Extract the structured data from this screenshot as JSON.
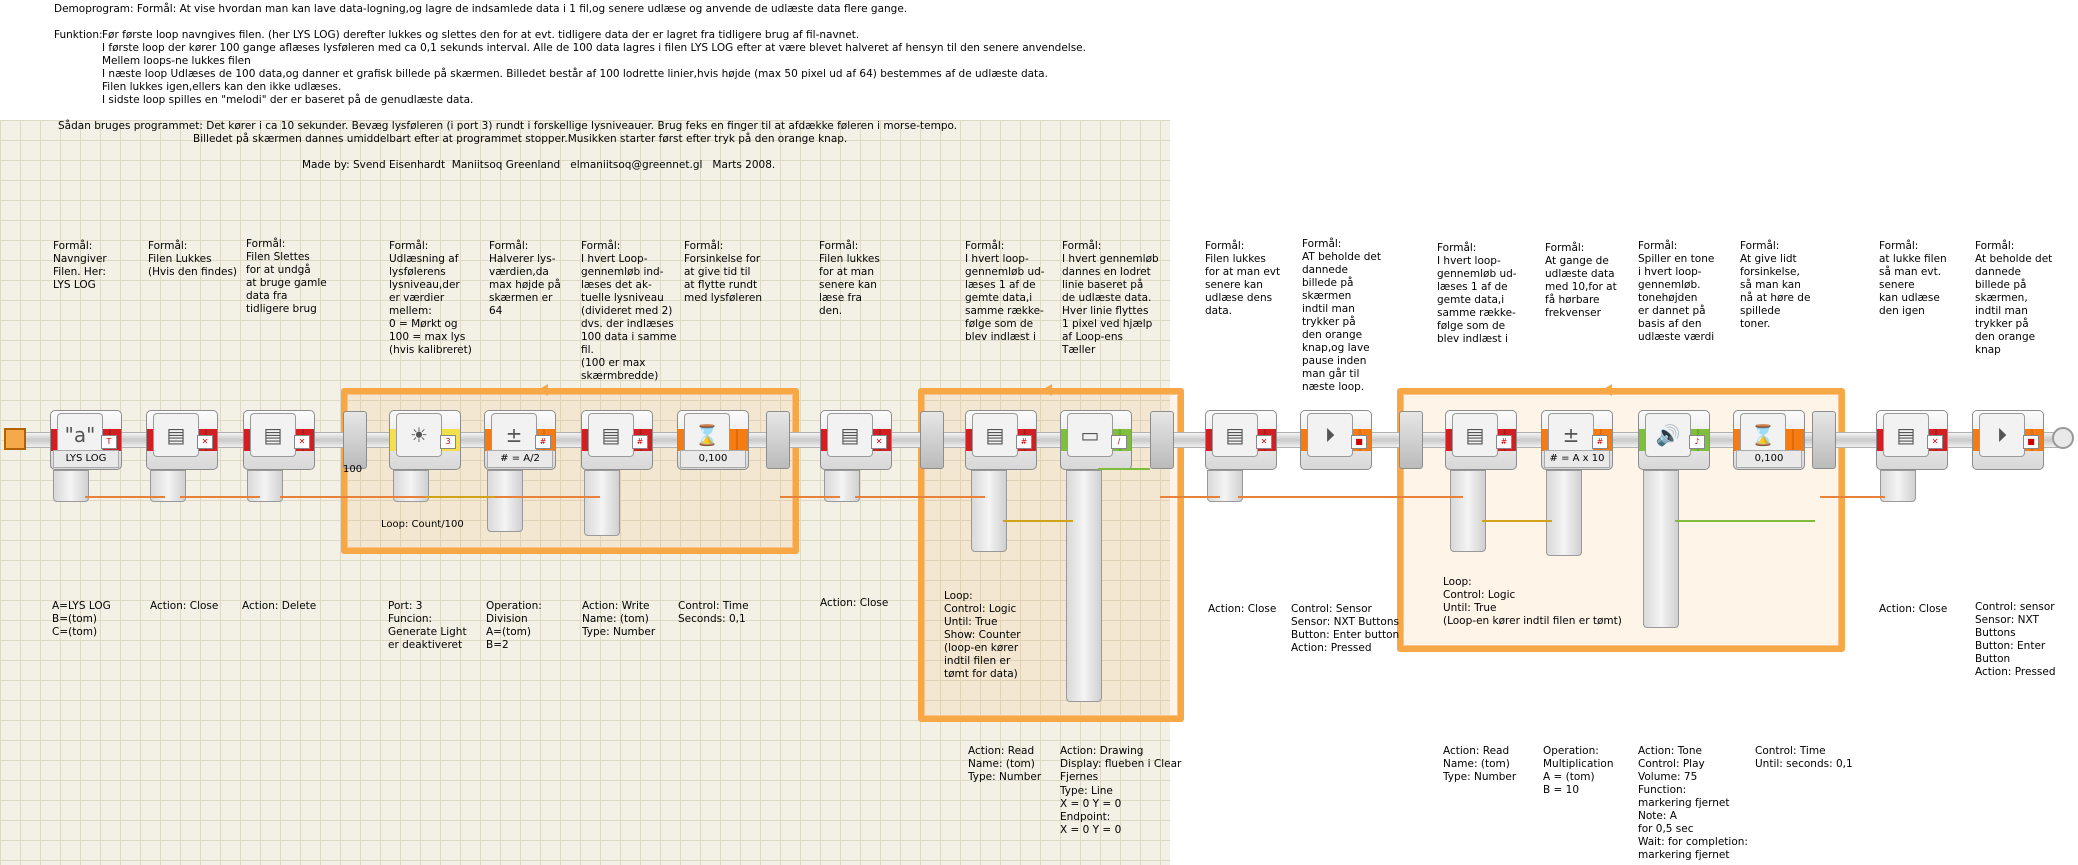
{
  "header": {
    "line1": "Demoprogram: Formål: At vise hvordan man kan lave data-logning,og lagre de indsamlede data i 1 fil,og senere udlæse og anvende de udlæste data flere gange.",
    "func_label": "Funktion:",
    "func_lines": [
      "Før første loop navngives filen. (her LYS LOG) derefter lukkes og slettes den for at evt. tidligere data der er lagret fra tidligere brug af fil-navnet.",
      "I første loop der kører 100 gange aflæses lysføleren med ca 0,1 sekunds interval. Alle de 100 data lagres i filen LYS LOG efter at være blevet halveret af hensyn til den senere anvendelse.",
      "Mellem loops-ne lukkes filen",
      "I næste loop Udlæses de 100 data,og danner et grafisk billede på skærmen. Billedet består af 100 lodrette linier,hvis højde (max 50 pixel ud af 64) bestemmes af de udlæste data.",
      "Filen lukkes igen,ellers kan den ikke udlæses.",
      "I sidste loop spilles en \"melodi\" der er baseret på de genudlæste data."
    ],
    "usage1": "Sådan bruges programmet: Det kører i ca 10 sekunder. Bevæg lysføleren (i port 3) rundt i forskellige lysniveauer. Brug feks en finger til at afdække føleren i morse-tempo.",
    "usage2": "Billedet på skærmen dannes umiddelbart efter at programmet stopper.Musikken starter først efter tryk på den orange knap.",
    "madeby": "Made by: Svend Eisenhardt  Maniitsoq Greenland   elmaniitsoq@greennet.gl   Marts 2008."
  },
  "purpose": [
    "Formål:\nNavngiver\nFilen. Her:\nLYS LOG",
    "Formål:\nFilen Lukkes\n(Hvis den findes)",
    "Formål:\nFilen Slettes\nfor at undgå\nat bruge gamle\ndata fra\ntidligere brug",
    "Formål:\nUdlæsning af\nlysfølerens\nlysniveau,der\ner værdier\nmellem:\n0 = Mørkt og\n100 = max lys\n(hvis kalibreret)",
    "Formål:\nHalverer lys-\nværdien,da\nmax højde på\nskærmen er\n64",
    "Formål:\nI hvert Loop-\ngennemløb ind-\nlæses det ak-\ntuelle lysniveau\n(divideret med 2)\ndvs. der indlæses\n100 data i samme\nfil.\n(100 er max\nskærmbredde)",
    "Formål:\nForsinkelse for\nat give tid til\nat flytte rundt\nmed lysføleren",
    "Formål:\nFilen lukkes\nfor at man\nsenere kan\nlæse fra\nden.",
    "Formål:\nI hvert loop-\ngennemløb ud-\nlæses 1 af de\ngemte data,i\nsamme række-\nfølge som de\nblev indlæst i",
    "Formål:\nI hvert gennemløb\ndannes en lodret\nlinie baseret på\nde udlæste data.\nHver linie flyttes\n1 pixel ved hjælp\naf Loop-ens\nTæller",
    "Formål:\nFilen lukkes\nfor at man evt\nsenere kan\nudlæse dens\ndata.",
    "Formål:\nAT beholde det\ndannede\nbillede på\nskærmen\nindtil man\ntrykker på\nden orange\nknap,og lave\npause inden\nman går til\nnæste loop.",
    "Formål:\nI hvert loop-\ngennemløb ud-\nlæses 1 af de\ngemte data,i\nsamme række-\nfølge som de\nblev indlæst i",
    "Formål:\nAt gange de\nudlæste data\nmed 10,for at\nfå hørbare\nfrekvenser",
    "Formål:\nSpiller en tone\ni hvert loop-\ngennemløb.\ntonehøjden\ner dannet på\nbasis af den\nudlæste værdi",
    "Formål:\nAt give lidt\nforsinkelse,\nså man kan\nnå at høre de\nspillede\ntoner.",
    "Formål:\nat lukke filen\nså man evt.\nsenere\nkan udlæse\nden igen",
    "Formål:\nAt beholde det\ndannede\nbillede på\nskærmen,\nindtil man\ntrykker på\nden orange\nknap"
  ],
  "blocks": [
    {
      "label": "LYS LOG",
      "glyph": "\"a\"",
      "band": "red",
      "mini": "T"
    },
    {
      "label": "",
      "glyph": "▤",
      "band": "red",
      "mini": "✕"
    },
    {
      "label": "",
      "glyph": "▤",
      "band": "red",
      "mini": "✕"
    },
    {
      "label": "",
      "glyph": "☀",
      "band": "yellow",
      "mini": "3"
    },
    {
      "label": "# = A/2",
      "glyph": "±",
      "band": "orange",
      "mini": "#"
    },
    {
      "label": "",
      "glyph": "▤",
      "band": "red",
      "mini": "#"
    },
    {
      "label": "0,100",
      "glyph": "⌛",
      "band": "orange",
      "mini": ""
    },
    {
      "label": "",
      "glyph": "▤",
      "band": "red",
      "mini": "✕"
    },
    {
      "label": "",
      "glyph": "▤",
      "band": "red",
      "mini": "#"
    },
    {
      "label": "",
      "glyph": "▭",
      "band": "green",
      "mini": "/"
    },
    {
      "label": "",
      "glyph": "▤",
      "band": "red",
      "mini": "✕"
    },
    {
      "label": "",
      "glyph": "⏵",
      "band": "orange",
      "mini": "■"
    },
    {
      "label": "",
      "glyph": "▤",
      "band": "red",
      "mini": "#"
    },
    {
      "label": "# = A x 10",
      "glyph": "±",
      "band": "orange",
      "mini": "#"
    },
    {
      "label": "",
      "glyph": "🔊",
      "band": "green",
      "mini": "♪"
    },
    {
      "label": "0,100",
      "glyph": "⌛",
      "band": "orange",
      "mini": ""
    },
    {
      "label": "",
      "glyph": "▤",
      "band": "red",
      "mini": "✕"
    },
    {
      "label": "",
      "glyph": "⏵",
      "band": "orange",
      "mini": "■"
    }
  ],
  "settings": [
    "A=LYS LOG\nB=(tom)\nC=(tom)",
    "Action: Close",
    "Action: Delete",
    "Port: 3\nFuncion:\nGenerate Light\ner deaktiveret",
    "Operation:\nDivision\nA=(tom)\nB=2",
    "Action: Write\nName: (tom)\nType: Number",
    "Control: Time\nSeconds: 0,1",
    "Action: Close",
    "Loop:\nControl: Logic\nUntil: True\nShow: Counter\n(loop-en kører\nindtil filen er\ntømt for data)",
    "Action: Close",
    "Control: Sensor\nSensor: NXT Buttons\nButton: Enter button\nAction: Pressed",
    "Loop:\nControl: Logic\nUntil: True\n(Loop-en kører indtil filen er tømt)",
    "Action: Close",
    "Control: sensor\nSensor: NXT Buttons\nButton: Enter Button\nAction: Pressed"
  ],
  "bottom_settings": [
    "Action: Read\nName: (tom)\nType: Number",
    "Action: Drawing\nDisplay: flueben i Clear\n             Fjernes",
    "Type: Line\nX = 0   Y = 0\nEndpoint:\nX = 0   Y = 0",
    "Action: Read\nName: (tom)\nType: Number",
    "Operation:\nMultiplication\nA = (tom)\nB = 10",
    "Action: Tone\nControl: Play\nVolume: 75\nFunction:\nmarkering fjernet\nNote: A\nfor 0,5 sec\nWait: for completion:\nmarkering fjernet",
    "Control: Time\nUntil: seconds: 0,1"
  ],
  "loop1": {
    "count_value": "100",
    "caption": "Loop: Count/100"
  },
  "colors": {
    "loop": "#f7a745",
    "red_band": "#d21f23",
    "orange_band": "#f57c12",
    "green_band": "#7fbf3d",
    "wire": "#e8823a",
    "grid": "#f3f1e6"
  }
}
